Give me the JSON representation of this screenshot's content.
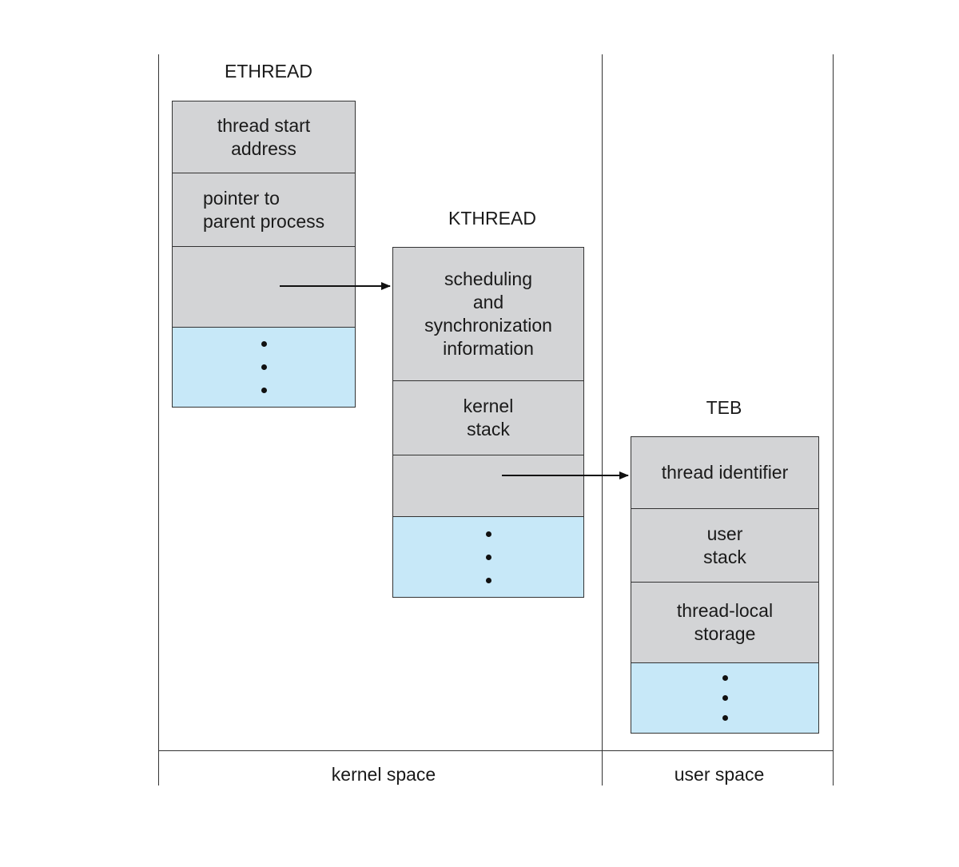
{
  "ethread": {
    "title": "ETHREAD",
    "cells": [
      "thread start\naddress",
      "pointer to\nparent process",
      ""
    ],
    "ellipsis_icon": "vertical-ellipsis"
  },
  "kthread": {
    "title": "KTHREAD",
    "cells": [
      "scheduling\nand\nsynchronization\ninformation",
      "kernel\nstack",
      ""
    ],
    "ellipsis_icon": "vertical-ellipsis"
  },
  "teb": {
    "title": "TEB",
    "cells": [
      "thread identifier",
      "user\nstack",
      "thread-local\nstorage"
    ],
    "ellipsis_icon": "vertical-ellipsis"
  },
  "regions": {
    "kernel_label": "kernel space",
    "user_label": "user space"
  },
  "colors": {
    "cell_fill": "#d3d4d6",
    "ellipsis_fill": "#c7e8f8",
    "line": "#333333"
  }
}
